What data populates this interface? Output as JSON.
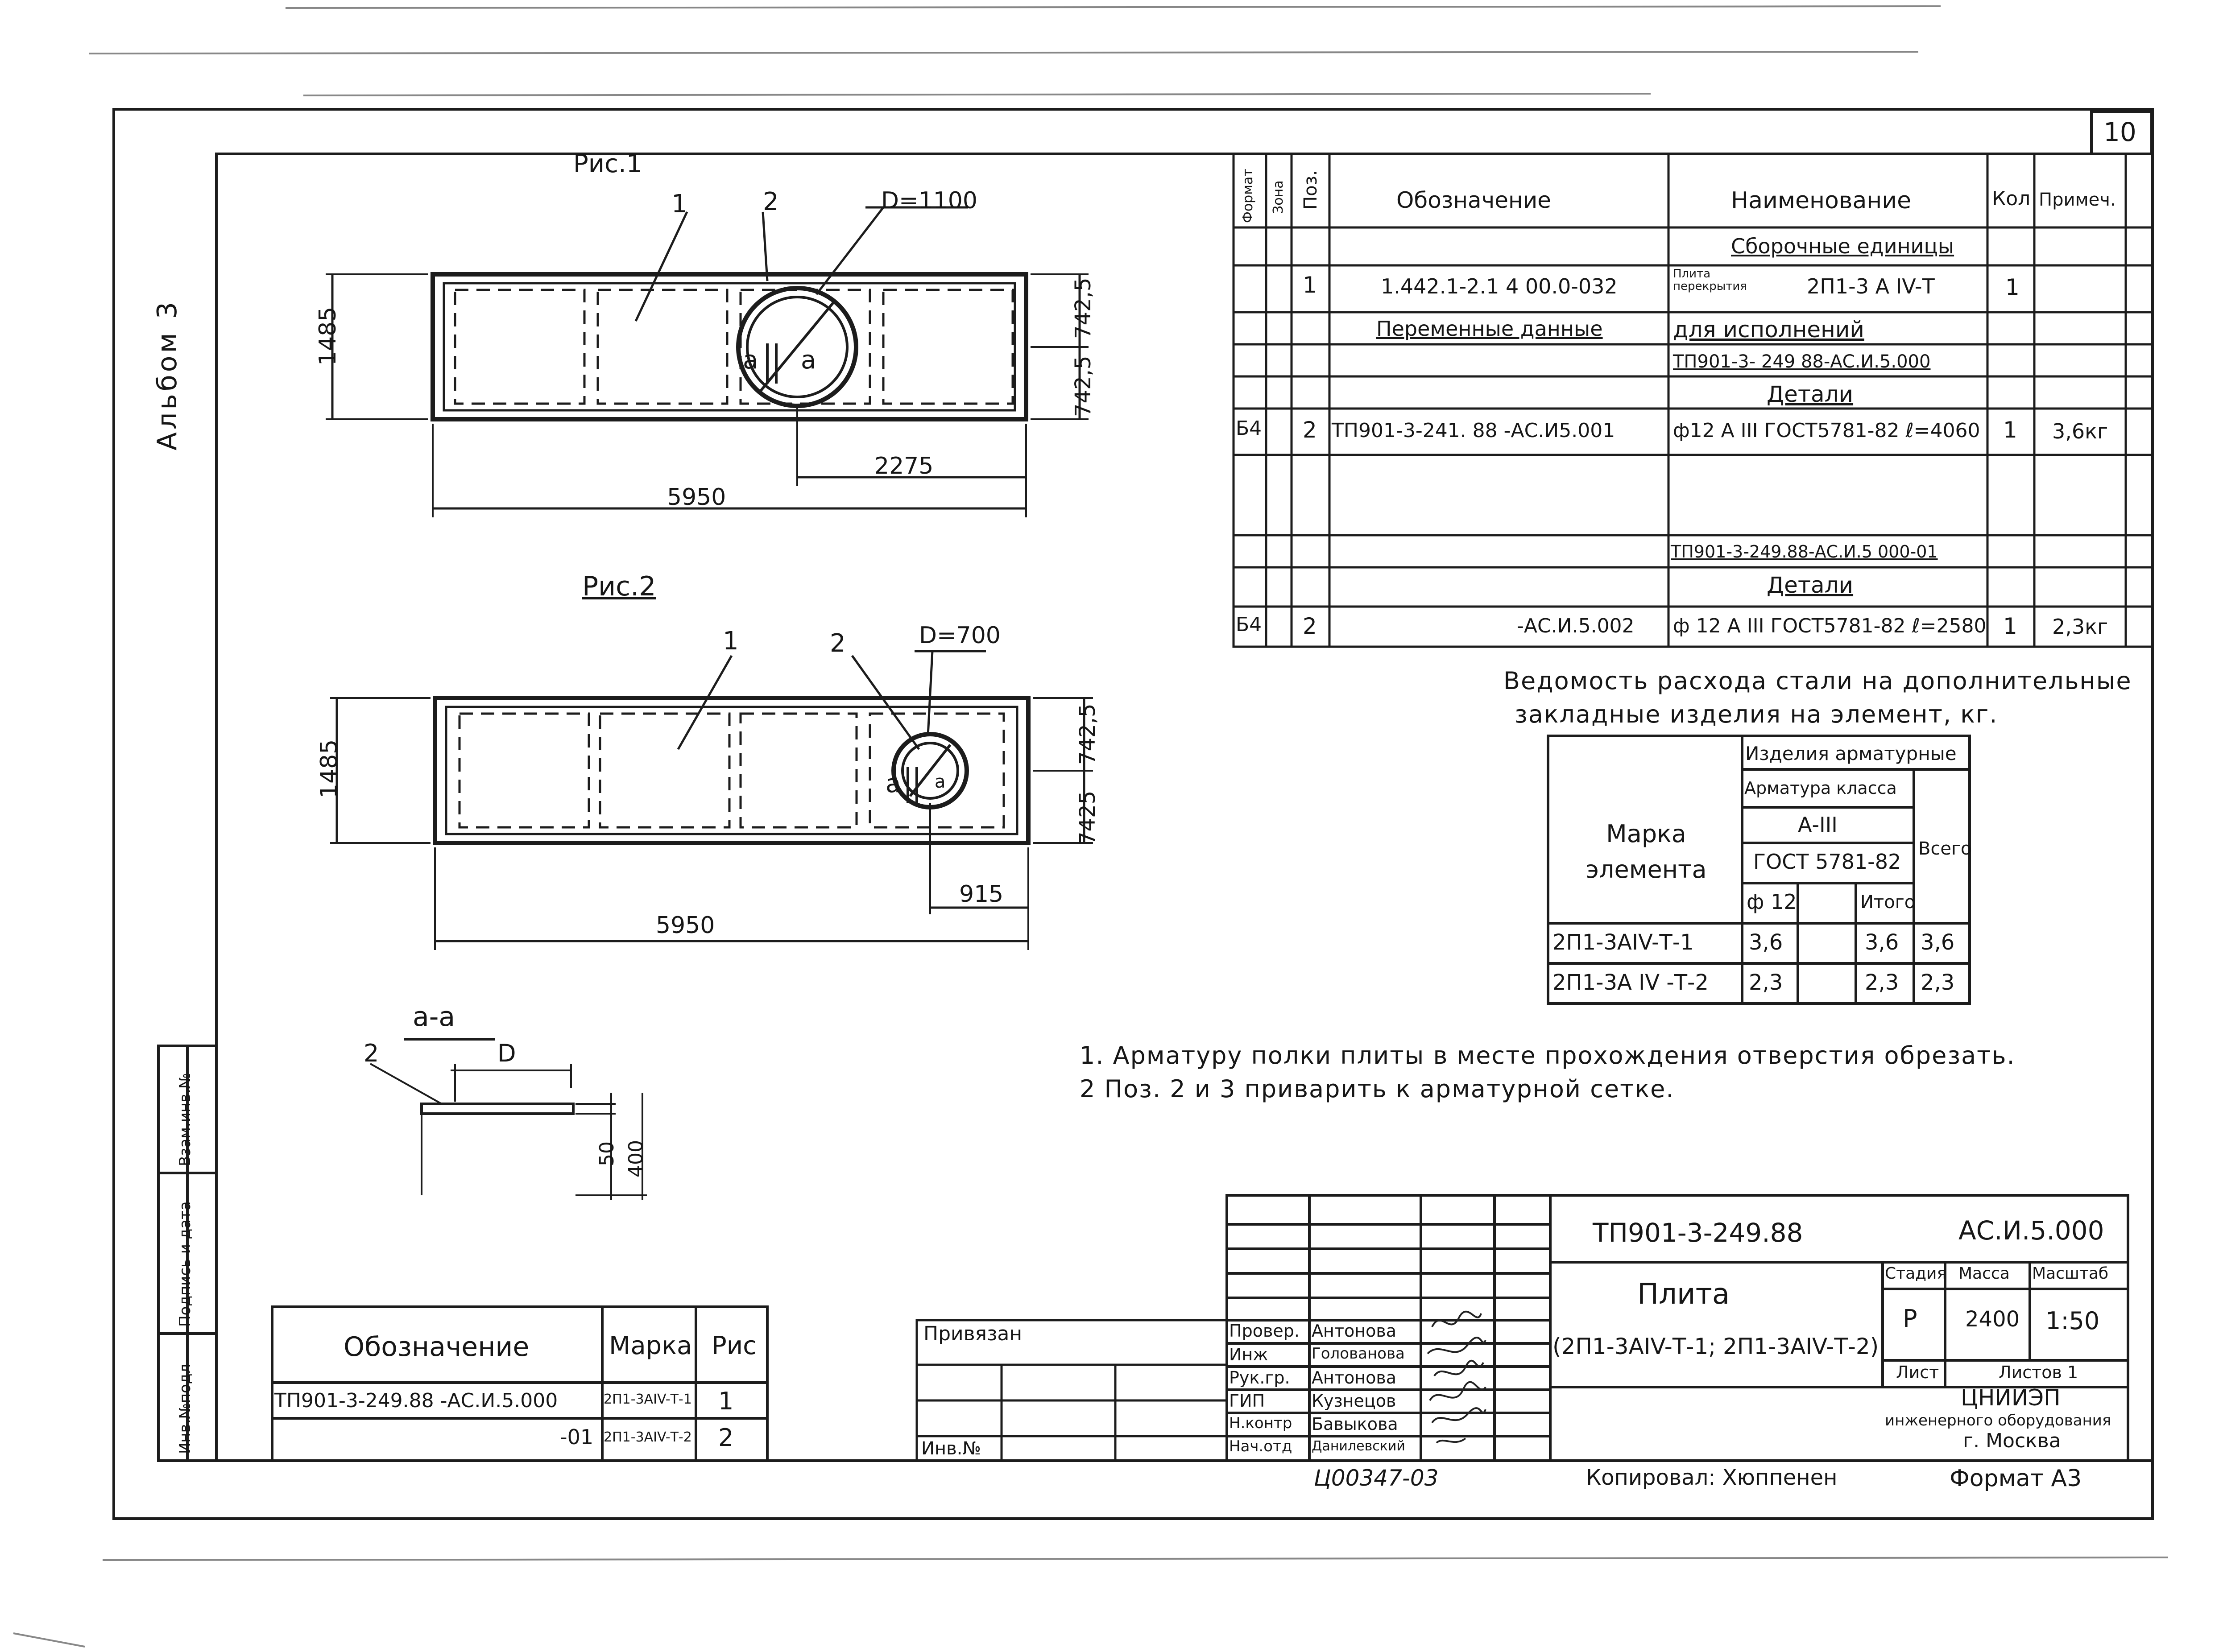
{
  "sheet_number": "10",
  "album_label": "Альбом 3",
  "figure1": {
    "title": "Рис.1",
    "callout_1": "1",
    "callout_2": "2",
    "diameter": "D=1100",
    "section_mark_a1": "а",
    "section_mark_a2": "а",
    "height": "1485",
    "half_top": "742,5",
    "half_bottom": "742,5",
    "offset": "2275",
    "length": "5950"
  },
  "figure2": {
    "title": "Рис.2",
    "callout_1": "1",
    "callout_2": "2",
    "diameter": "D=700",
    "section_mark_a1": "а",
    "section_mark_a2": "а",
    "height": "1485",
    "half_top": "742,5",
    "half_bottom": "7425",
    "offset": "915",
    "length": "5950"
  },
  "section": {
    "title": "а-а",
    "callout_2": "2",
    "diameter": "D",
    "dim_50": "50",
    "dim_400": "400"
  },
  "spec_table": {
    "headers": [
      "Формат",
      "Зона",
      "Поз.",
      "Обозначение",
      "Наименование",
      "Кол",
      "Примеч."
    ],
    "rows": [
      {
        "format": "",
        "zone": "",
        "pos": "",
        "designation": "",
        "name": "Сборочные единицы",
        "qty": "",
        "note": ""
      },
      {
        "format": "",
        "zone": "",
        "pos": "1",
        "designation": "1.442.1-2.1 4 00.0-032",
        "name_small": "Плита перекрытия",
        "name": "2П1-3 А IV-Т",
        "qty": "1",
        "note": ""
      },
      {
        "format": "",
        "zone": "",
        "pos": "",
        "designation": "Переменные данные",
        "name": "для исполнений",
        "qty": "",
        "note": ""
      },
      {
        "format": "",
        "zone": "",
        "pos": "",
        "designation": "",
        "name": "ТП901-3- 249 88-АС.И.5.000",
        "qty": "",
        "note": ""
      },
      {
        "format": "",
        "zone": "",
        "pos": "",
        "designation": "",
        "name": "Детали",
        "qty": "",
        "note": ""
      },
      {
        "format": "Б4",
        "zone": "",
        "pos": "2",
        "designation": "ТП901-3-241. 88 -АС.И5.001",
        "name": "ф12 А III ГОСТ5781-82 ℓ=4060",
        "qty": "1",
        "note": "3,6кг"
      },
      {
        "format": "",
        "zone": "",
        "pos": "",
        "designation": "",
        "name": "",
        "qty": "",
        "note": ""
      },
      {
        "format": "",
        "zone": "",
        "pos": "",
        "designation": "",
        "name": "ТП901-3-249.88-АС.И.5 000-01",
        "qty": "",
        "note": ""
      },
      {
        "format": "",
        "zone": "",
        "pos": "",
        "designation": "",
        "name": "Детали",
        "qty": "",
        "note": ""
      },
      {
        "format": "Б4",
        "zone": "",
        "pos": "2",
        "designation": "-АС.И.5.002",
        "name": "ф 12 А III ГОСТ5781-82 ℓ=2580",
        "qty": "1",
        "note": "2,3кг"
      }
    ]
  },
  "steel_title_line1": "Ведомость расхода стали на дополнительные",
  "steel_title_line2": "закладные изделия на элемент, кг.",
  "steel_table": {
    "element_mark": "Марка элемента",
    "products": "Изделия арматурные",
    "rebar_class": "Арматура класса",
    "class": "А-III",
    "gost": "ГОСТ 5781-82",
    "diameter": "ф 12",
    "subtotal": "Итого",
    "total": "Всего",
    "rows": [
      {
        "mark": "2П1-3АIV-Т-1",
        "d12": "3,6",
        "empty": "",
        "subtotal": "3,6",
        "total": "3,6"
      },
      {
        "mark": "2П1-3А IV -Т-2",
        "d12": "2,3",
        "empty": "",
        "subtotal": "2,3",
        "total": "2,3"
      }
    ]
  },
  "notes": [
    "1. Арматуру полки плиты в месте прохождения отверстия обрезать.",
    "2 Поз. 2 и 3 приварить к арматурной сетке."
  ],
  "left_table": {
    "headers": [
      "Обозначение",
      "Марка",
      "Рис"
    ],
    "rows": [
      {
        "designation": "ТП901-3-249.88 -АС.И.5.000",
        "mark": "2П1-3АIV-Т-1",
        "fig": "1"
      },
      {
        "designation": "-01",
        "mark": "2П1-3АIV-Т-2",
        "fig": "2"
      }
    ]
  },
  "side_stamp": [
    "Инв.№подл",
    "Подпись и дата",
    "Взам.инв.№"
  ],
  "privyazan": "Привязан",
  "inv_no": "Инв.№",
  "title_block": {
    "code": "ТП901-3-249.88",
    "doc_code": "АС.И.5.000",
    "name": "Плита",
    "variants": "(2П1-3АIV-Т-1; 2П1-3АIV-Т-2)",
    "stage_label": "Стадия",
    "mass_label": "Масса",
    "scale_label": "Масштаб",
    "stage": "Р",
    "mass": "2400",
    "scale": "1:50",
    "sheet_label": "Лист",
    "sheets_label": "Листов 1",
    "org1": "ЦНИИЭП",
    "org2": "инженерного оборудования",
    "org3": "г. Москва",
    "roles": [
      {
        "role": "Провер.",
        "name": "Антонова"
      },
      {
        "role": "Инж",
        "name": "Голованова"
      },
      {
        "role": "Рук.гр.",
        "name": "Антонова"
      },
      {
        "role": "ГИП",
        "name": "Кузнецов"
      },
      {
        "role": "Н.контр",
        "name": "Бавыкова"
      },
      {
        "role": "Нач.отд",
        "name": "Данилевский"
      }
    ]
  },
  "stamp_number": "Ц00347-03",
  "copied_by": "Копировал: Хюппенен",
  "format": "Формат А3"
}
